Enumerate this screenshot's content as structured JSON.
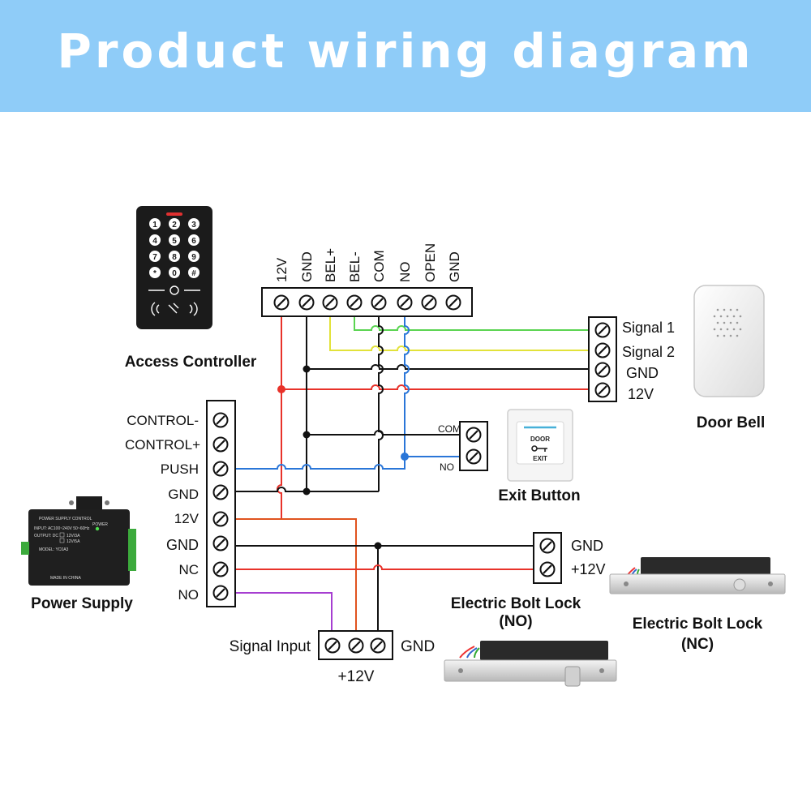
{
  "title": "Product wiring diagram",
  "colors": {
    "banner": "#8fccf8",
    "wire_red": "#e8322a",
    "wire_orange": "#e0531f",
    "wire_black": "#111111",
    "wire_green": "#5ad451",
    "wire_yellow": "#e2e23a",
    "wire_blue": "#2a76d8",
    "wire_purple": "#a63ed1"
  },
  "access_controller": {
    "name": "Access Controller",
    "terminals": [
      "12V",
      "GND",
      "BEL+",
      "BEL-",
      "COM",
      "NO",
      "OPEN",
      "GND"
    ],
    "keypad_keys": [
      "1",
      "2",
      "3",
      "4",
      "5",
      "6",
      "7",
      "8",
      "9",
      "*",
      "0",
      "#"
    ]
  },
  "power_supply": {
    "name": "Power Supply",
    "terminals": [
      "CONTROL-",
      "CONTROL+",
      "PUSH",
      "GND",
      "12V",
      "GND",
      "NC",
      "NO"
    ],
    "panel": {
      "title": "POWER SUPPLY CONTROL",
      "input": "INPUT: AC100~240V 50~60Hz",
      "output": "OUTPUT: DC",
      "option_a": "12V/3A",
      "option_b": "12V/5A",
      "model": "MODEL: YC0A3",
      "made_in": "MADE IN CHINA",
      "power_led": "POWER"
    }
  },
  "door_bell": {
    "name": "Door Bell",
    "terminals": [
      "Signal 1",
      "Signal 2",
      "GND",
      "12V"
    ]
  },
  "exit_button": {
    "name": "Exit Button",
    "terminals": [
      "COM",
      "NO"
    ],
    "plate_top": "DOOR",
    "plate_bottom": "EXIT"
  },
  "bolt_lock_nc": {
    "name": "Electric Bolt Lock",
    "mode": "(NC)",
    "terminals": [
      "GND",
      "+12V"
    ]
  },
  "bolt_lock_no": {
    "name": "Electric Bolt Lock",
    "mode": "(NO)",
    "signal_label": "Signal Input",
    "gnd_label": "GND",
    "power_label": "+12V"
  }
}
